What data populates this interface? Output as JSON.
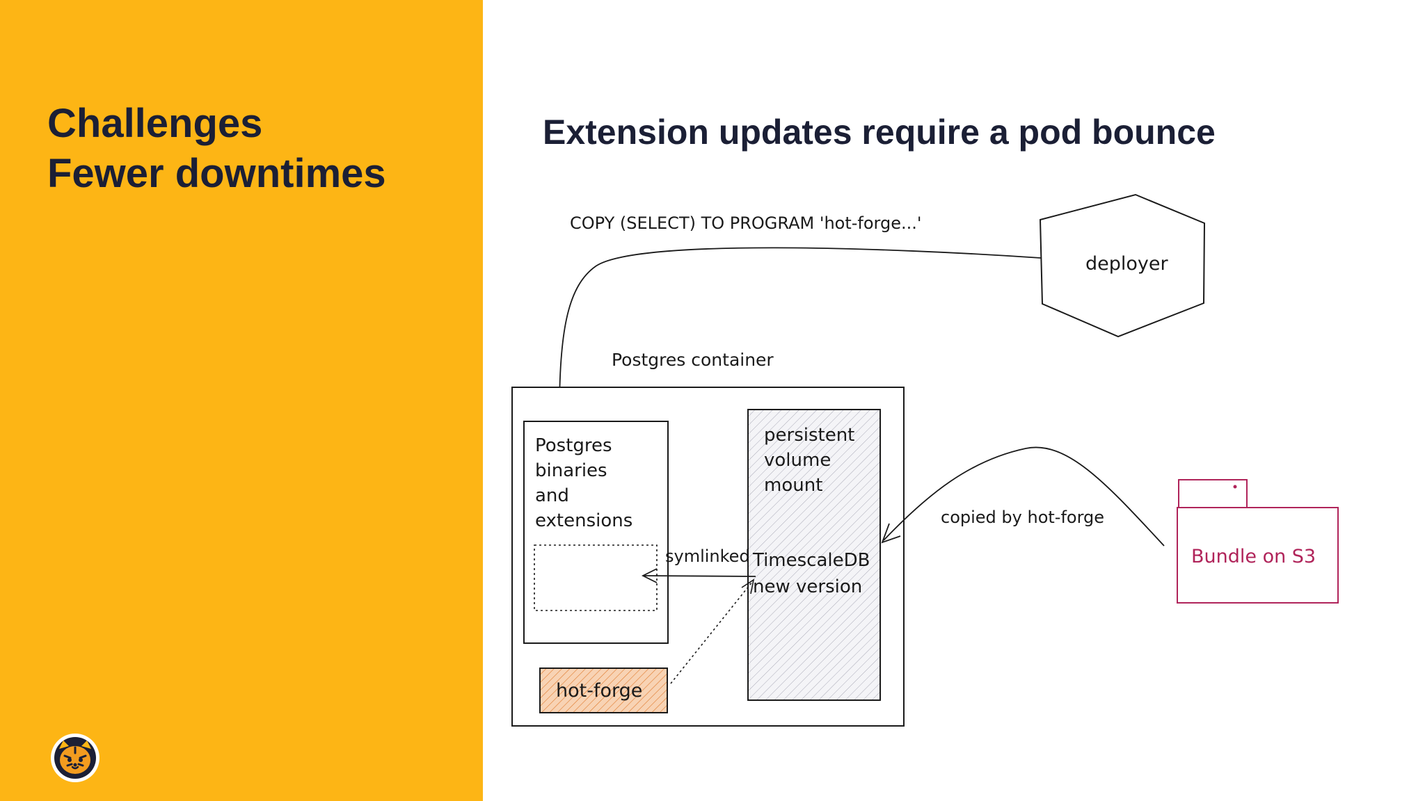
{
  "left": {
    "title_line1": "Challenges",
    "title_line2": "Fewer downtimes"
  },
  "main": {
    "title": "Extension updates require a pod bounce"
  },
  "diagram": {
    "command_label": "COPY (SELECT) TO PROGRAM 'hot-forge...'",
    "deployer": "deployer",
    "container_label": "Postgres container",
    "binaries_lines": [
      "Postgres",
      "binaries",
      "and",
      "extensions"
    ],
    "volume_lines": [
      "persistent",
      "volume",
      "mount"
    ],
    "timescale_lines": [
      "TimescaleDB",
      "new version"
    ],
    "symlinked": "symlinked",
    "hot_forge": "hot-forge",
    "copied_by": "copied by hot-forge",
    "bundle": "Bundle on S3"
  },
  "colors": {
    "accent": "#FDB515",
    "title_text": "#1b1f35",
    "bundle": "#b0245a",
    "hot_forge_fill": "#f6c9a6",
    "hot_forge_hatch": "#e07a2c",
    "volume_hatch": "#9a9aa8"
  }
}
